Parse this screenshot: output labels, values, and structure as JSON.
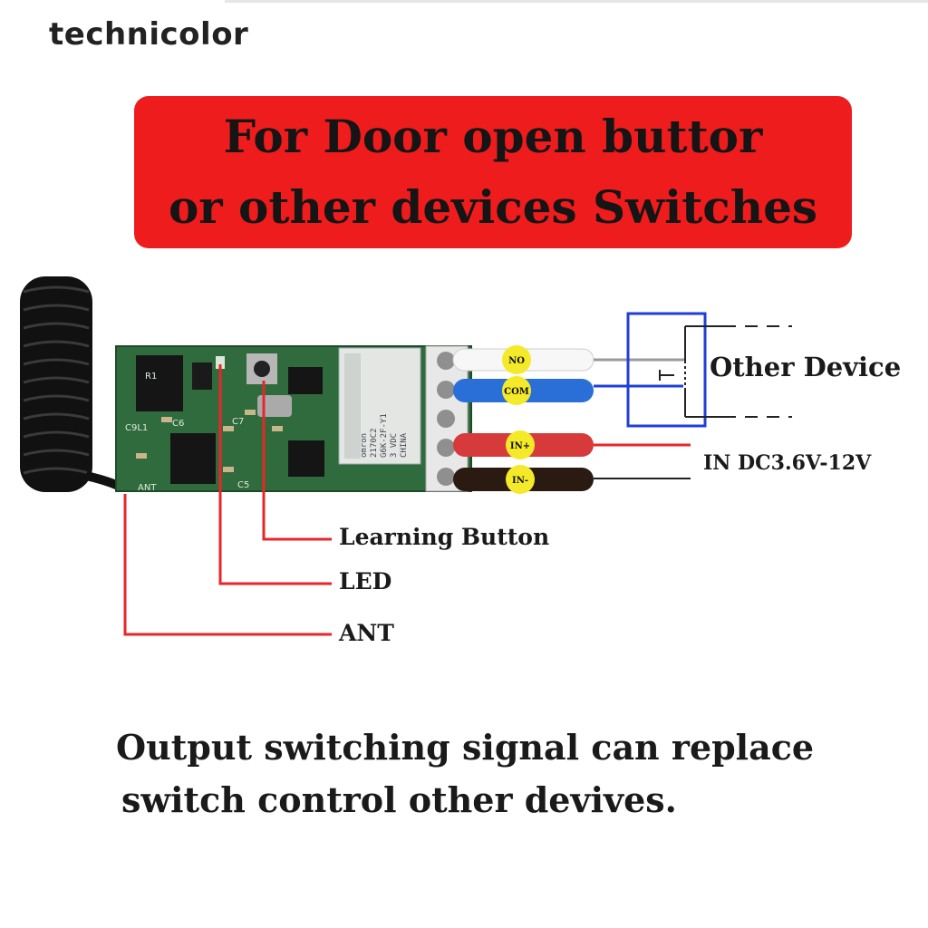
{
  "brand": {
    "name": "technicolor"
  },
  "banner": {
    "line1": "For Door open buttor",
    "line2": "or other devices Switches",
    "color": "#ee1c1c"
  },
  "wires": {
    "no": "NO",
    "com": "COM",
    "in_plus": "IN+",
    "in_minus": "IN-",
    "marker_color": "#f5ea2a"
  },
  "labels": {
    "other_device": "Other Device",
    "power_input": "IN DC3.6V-12V",
    "learning_button": "Learning Button",
    "led": "LED",
    "ant": "ANT"
  },
  "board": {
    "relay_text": [
      "omron",
      "2170C2",
      "G6K-2F-Y1",
      "3 VDC",
      "CHINA"
    ],
    "silkscreen": [
      "C9L1",
      "C6",
      "C7",
      "C5",
      "R1",
      "ANT"
    ]
  },
  "footer": {
    "line1": "Output switching signal can replace",
    "line2": "switch control other devives."
  },
  "colors": {
    "pointer_line": "#e8262a",
    "device_box": "#1f3fd6",
    "com_wire": "#2a6fd8",
    "in_plus_wire": "#d63a3a",
    "in_minus_wire": "#2b1a12",
    "pcb": "#2f6b3c"
  }
}
